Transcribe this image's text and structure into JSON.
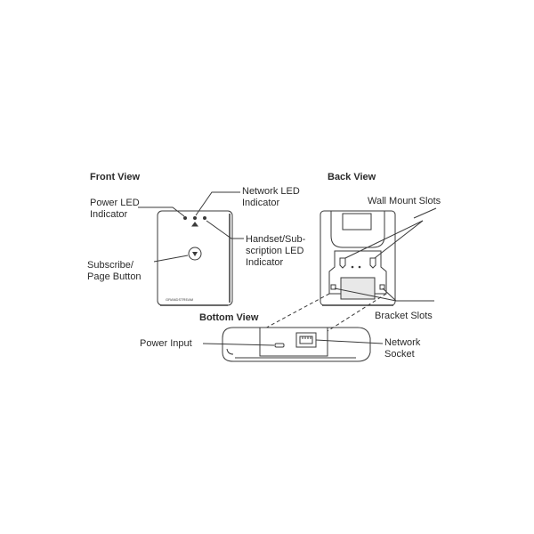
{
  "headings": {
    "front_view": "Front View",
    "back_view": "Back View",
    "bottom_view": "Bottom View"
  },
  "callouts": {
    "power_led": [
      "Power LED",
      "Indicator"
    ],
    "network_led": [
      "Network LED",
      "Indicator"
    ],
    "handset_led": [
      "Handset/Sub-",
      "scription LED",
      "Indicator"
    ],
    "subscribe_button": [
      "Subscribe/",
      "Page Button"
    ],
    "wall_mount_slots": "Wall Mount Slots",
    "bracket_slots": "Bracket Slots",
    "power_input": "Power Input",
    "network_socket": [
      "Network",
      "Socket"
    ]
  },
  "device": {
    "brand_mark": "GRANDSTREAM"
  },
  "colors": {
    "line": "#3a3a3a",
    "fill_dark": "#e8e8e8",
    "text": "#2a2a2a"
  }
}
